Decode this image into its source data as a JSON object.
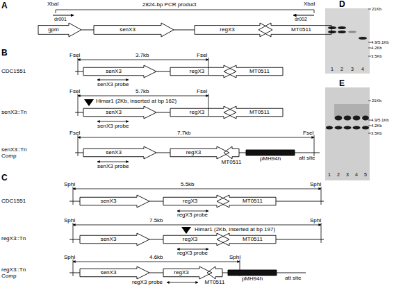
{
  "diagram": {
    "nodes": [
      {
        "text": [
          "gpm"
        ]
      },
      {
        "text": [
          "senX3"
        ]
      },
      {
        "text": [
          "regX3"
        ]
      },
      {
        "text": [
          "MT0511"
        ]
      },
      {
        "text": [
          "senX3"
        ]
      },
      {
        "text": [
          "regX3"
        ]
      },
      {
        "text": [
          "MT0511"
        ]
      },
      {
        "text": [
          "senX3"
        ]
      },
      {
        "text": [
          "regX3"
        ]
      },
      {
        "text": [
          "MT0511"
        ]
      },
      {
        "text": [
          "senX3"
        ]
      },
      {
        "text": [
          "regX3"
        ]
      },
      {
        "text": [
          "MT0511"
        ]
      },
      {
        "text": [
          "pMH94h"
        ]
      },
      {
        "text": [
          "senX3"
        ]
      },
      {
        "text": [
          "regX3"
        ]
      },
      {
        "text": [
          "MT0511"
        ]
      },
      {
        "text": [
          "senX3"
        ]
      },
      {
        "text": [
          "regX3"
        ]
      },
      {
        "text": [
          "MT0511"
        ]
      },
      {
        "text": [
          "senX3"
        ]
      },
      {
        "text": [
          "regX3"
        ]
      },
      {
        "text": [
          "MT0511"
        ]
      },
      {
        "text": [
          "pMH94h"
        ]
      }
    ],
    "edges": [
      {
        "from": 0,
        "to": 1,
        "arrow": "none"
      },
      {
        "from": 1,
        "to": 2,
        "arrow": "none"
      },
      {
        "from": 4,
        "to": 5,
        "arrow": "none"
      },
      {
        "from": 7,
        "to": 8,
        "arrow": "none"
      },
      {
        "from": 10,
        "to": 11,
        "arrow": "none"
      },
      {
        "from": 12,
        "to": 13,
        "arrow": "none"
      },
      {
        "from": 14,
        "to": 15,
        "arrow": "none"
      },
      {
        "from": 17,
        "to": 18,
        "arrow": "none"
      },
      {
        "from": 20,
        "to": 21,
        "arrow": "none"
      },
      {
        "from": 22,
        "to": 23,
        "arrow": "none"
      }
    ],
    "labels": [
      "A",
      "XbaI",
      "2824-bp PCR product",
      "XbaI",
      "dr001",
      "dr002",
      "D",
      "21Kb",
      "4.9/5.1Kb",
      "4.2Kb",
      "3.5Kb",
      "1",
      "2",
      "3",
      "4",
      "B",
      "FseI",
      "3.7kb",
      "FseI",
      "CDC1551",
      "senX3 probe",
      "FseI",
      "5.7kb",
      "FseI",
      "senX3::Tn",
      "Himar1 (2Kb, inserted at bp 162)",
      "senX3 probe",
      "FseI",
      "7.7kb",
      "FseI",
      "senX3::Tn Comp",
      "att site",
      "senX3 probe",
      "E",
      "21Kb",
      "4.9/5.1Kb",
      "4.2Kb",
      "3.5Kb",
      "1",
      "2",
      "3",
      "4",
      "5",
      "C",
      "SphI",
      "5.5kb",
      "SphI",
      "CDC1551",
      "regX3 probe",
      "SphI",
      "7.5kb",
      "SphI",
      "regX3::Tn",
      "Himar1 (2Kb, inserted at bp 197)",
      "regX3 probe",
      "SphI",
      "4.6kb",
      "SphI",
      "regX3::Tn Comp",
      "att site",
      "regX3 probe"
    ]
  }
}
